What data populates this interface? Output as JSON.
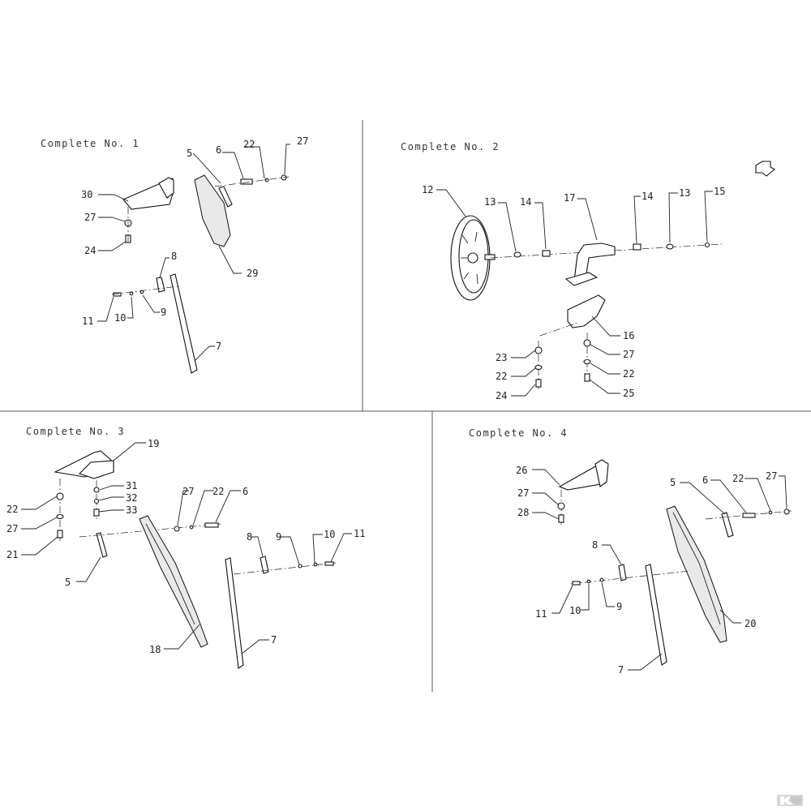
{
  "panels": [
    {
      "title": "Complete No. 1",
      "labels": [
        "5",
        "6",
        "22",
        "27",
        "30",
        "27",
        "24",
        "29",
        "8",
        "11",
        "10",
        "9",
        "7"
      ]
    },
    {
      "title": "Complete No. 2",
      "labels": [
        "12",
        "13",
        "14",
        "17",
        "14",
        "13",
        "15",
        "16",
        "23",
        "22",
        "24",
        "27",
        "22",
        "25"
      ]
    },
    {
      "title": "Complete No. 3",
      "labels": [
        "19",
        "31",
        "32",
        "33",
        "27",
        "22",
        "21",
        "5",
        "27",
        "22",
        "6",
        "8",
        "9",
        "10",
        "11",
        "18",
        "7"
      ]
    },
    {
      "title": "Complete No. 4",
      "labels": [
        "26",
        "27",
        "28",
        "5",
        "6",
        "22",
        "27",
        "8",
        "11",
        "10",
        "9",
        "20",
        "7"
      ]
    }
  ],
  "icons": {
    "direction_arrow": "direction-arrow-icon",
    "logo": "brand-logo-icon"
  }
}
